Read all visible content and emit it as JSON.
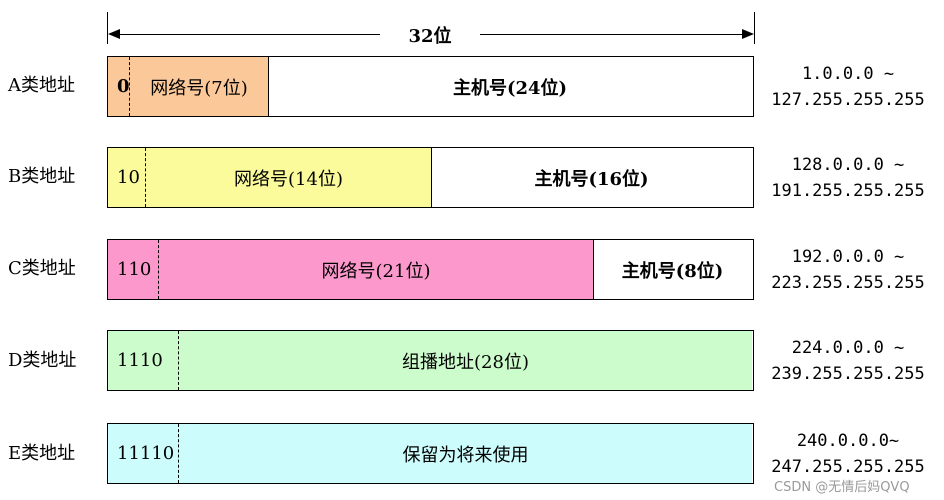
{
  "header": {
    "total_bits_label": "32位"
  },
  "rows": [
    {
      "class_label": "A类地址",
      "prefix": "0",
      "network": "网络号(7位)",
      "host": "主机号(24位)",
      "range_start": "1.0.0.0 ~",
      "range_end": "127.255.255.255"
    },
    {
      "class_label": "B类地址",
      "prefix": "10",
      "network": "网络号(14位)",
      "host": "主机号(16位)",
      "range_start": "128.0.0.0 ~",
      "range_end": "191.255.255.255"
    },
    {
      "class_label": "C类地址",
      "prefix": "110",
      "network": "网络号(21位)",
      "host": "主机号(8位)",
      "range_start": "192.0.0.0 ~",
      "range_end": "223.255.255.255"
    },
    {
      "class_label": "D类地址",
      "prefix": "1110",
      "network": "组播地址(28位)",
      "range_start": "224.0.0.0 ~",
      "range_end": "239.255.255.255"
    },
    {
      "class_label": "E类地址",
      "prefix": "11110",
      "network": "保留为将来使用",
      "range_start": "240.0.0.0~",
      "range_end": "247.255.255.255"
    }
  ],
  "colors": {
    "class_a": "#fbc89a",
    "class_b": "#fbfb9c",
    "class_c": "#fc98cb",
    "class_d": "#ccfccc",
    "class_e": "#ccfcfc",
    "host": "#ffffff"
  },
  "watermark": "CSDN @无情后妈QVQ"
}
